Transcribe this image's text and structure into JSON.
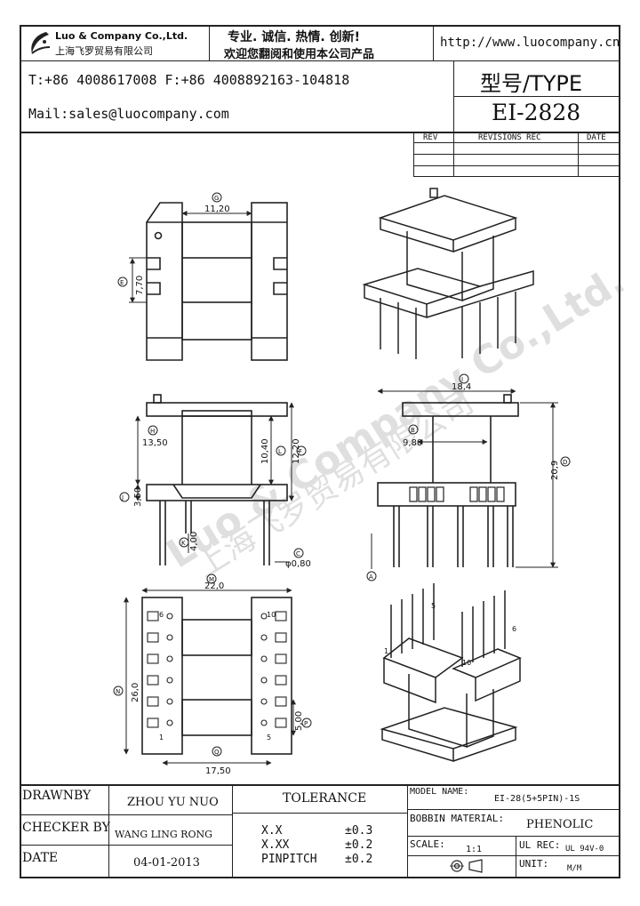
{
  "header": {
    "company_en": "Luo & Company Co.,Ltd.",
    "company_cn": "上海飞罗贸易有限公司",
    "slogan_1": "专业. 诚信.  热情.  创新!",
    "slogan_2": "欢迎您翻阅和使用本公司产品",
    "website": "http://www.luocompany.cn",
    "phone": "T:+86 4008617008 F:+86 4008892163-104818",
    "email": "Mail:sales@luocompany.com",
    "type_label": "型号/TYPE",
    "type_value": "EI-2828"
  },
  "revisions": {
    "col_rev": "REV",
    "col_rec": "REVISIONS REC",
    "col_date": "DATE"
  },
  "watermark": {
    "en": "Luo & Company Co.,Ltd.",
    "cn": "上海飞罗贸易有限公司"
  },
  "dimensions": {
    "g": "11,20",
    "g_tag": "G",
    "e": "7,70",
    "e_tag": "E",
    "h": "13,50",
    "h_tag": "H",
    "l": "10,40",
    "l_tag": "L",
    "f": "12,20",
    "f_tag": "F",
    "j": "3,50",
    "j_tag": "J",
    "k": "4,00",
    "k_tag": "K",
    "c": "φ0,80",
    "c_tag": "C",
    "i": "18,4",
    "i_tag": "I",
    "b": "9,80",
    "b_tag": "B",
    "d": "20,9",
    "d_tag": "D",
    "a_tag": "A",
    "m": "22,0",
    "m_tag": "M",
    "n": "26,0",
    "n_tag": "N",
    "p": "5,00",
    "p_tag": "P",
    "q": "17,50",
    "q_tag": "Q",
    "pin_labels": [
      "6",
      "1",
      "10",
      "5",
      "1",
      "5",
      "6",
      "10"
    ]
  },
  "footer": {
    "drawnby_label": "DRAWNBY",
    "drawnby_value": "ZHOU YU NUO",
    "checker_label": "CHECKER BY",
    "checker_value": "WANG LING RONG",
    "date_label": "DATE",
    "date_value": "04-01-2013",
    "tolerance_label": "TOLERANCE",
    "tol_xx_label": "X.X",
    "tol_xx_value": "±0.3",
    "tol_xxx_label": "X.XX",
    "tol_xxx_value": "±0.2",
    "tol_pin_label": "PINPITCH",
    "tol_pin_value": "±0.2",
    "model_label": "MODEL NAME:",
    "model_value": "EI-28(5+5PIN)-1S",
    "material_label": "BOBBIN MATERIAL:",
    "material_value": "PHENOLIC",
    "scale_label": "SCALE:",
    "scale_value": "1:1",
    "ulrec_label": "UL REC:",
    "ulrec_value": "UL 94V-0",
    "unit_label": "UNIT:",
    "unit_value": "M/M"
  }
}
